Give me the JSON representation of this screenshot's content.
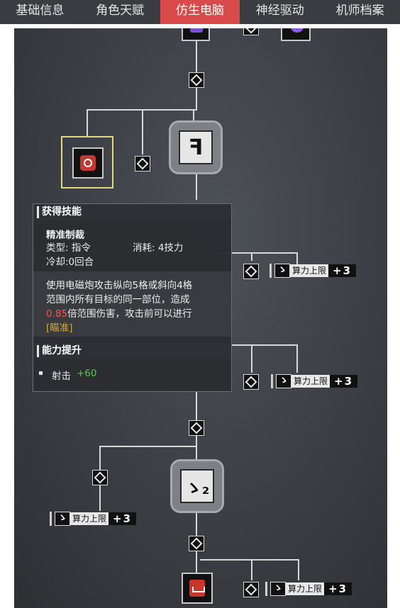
{
  "tabs": [
    {
      "label": "基础信息",
      "active": false
    },
    {
      "label": "角色天赋",
      "active": false
    },
    {
      "label": "仿生电脑",
      "active": true
    },
    {
      "label": "神经驱动",
      "active": false
    },
    {
      "label": "机师档案",
      "active": false
    }
  ],
  "tooltip": {
    "section1_title": "获得技能",
    "skill_name": "精准制裁",
    "type_label": "类型: 指令",
    "cost_label": "消耗: 4技力",
    "cooldown_label": "冷却:0回合",
    "desc_line1": "使用电磁炮攻击纵向5格或斜向4格",
    "desc_line2": "范围内所有目标的同一部位，造成",
    "desc_multiplier": "0.85",
    "desc_line3_rest": "倍范围伤害，攻击前可以进行",
    "desc_tag": "[瞄准]",
    "section2_title": "能力提升",
    "stat_name": "射击",
    "stat_value": "+60"
  },
  "bonus": {
    "icon_glyph": "ゝ",
    "label": "算力上限",
    "value": "+3"
  },
  "hex_nodes": {
    "node1_glyph": "ꟻ",
    "node2_glyph": "ゝ₂"
  },
  "colors": {
    "tab_active": "#d94b4b",
    "highlight_red": "#ff5050",
    "tag_gold": "#d9a83a",
    "stat_green": "#4cd04c"
  }
}
